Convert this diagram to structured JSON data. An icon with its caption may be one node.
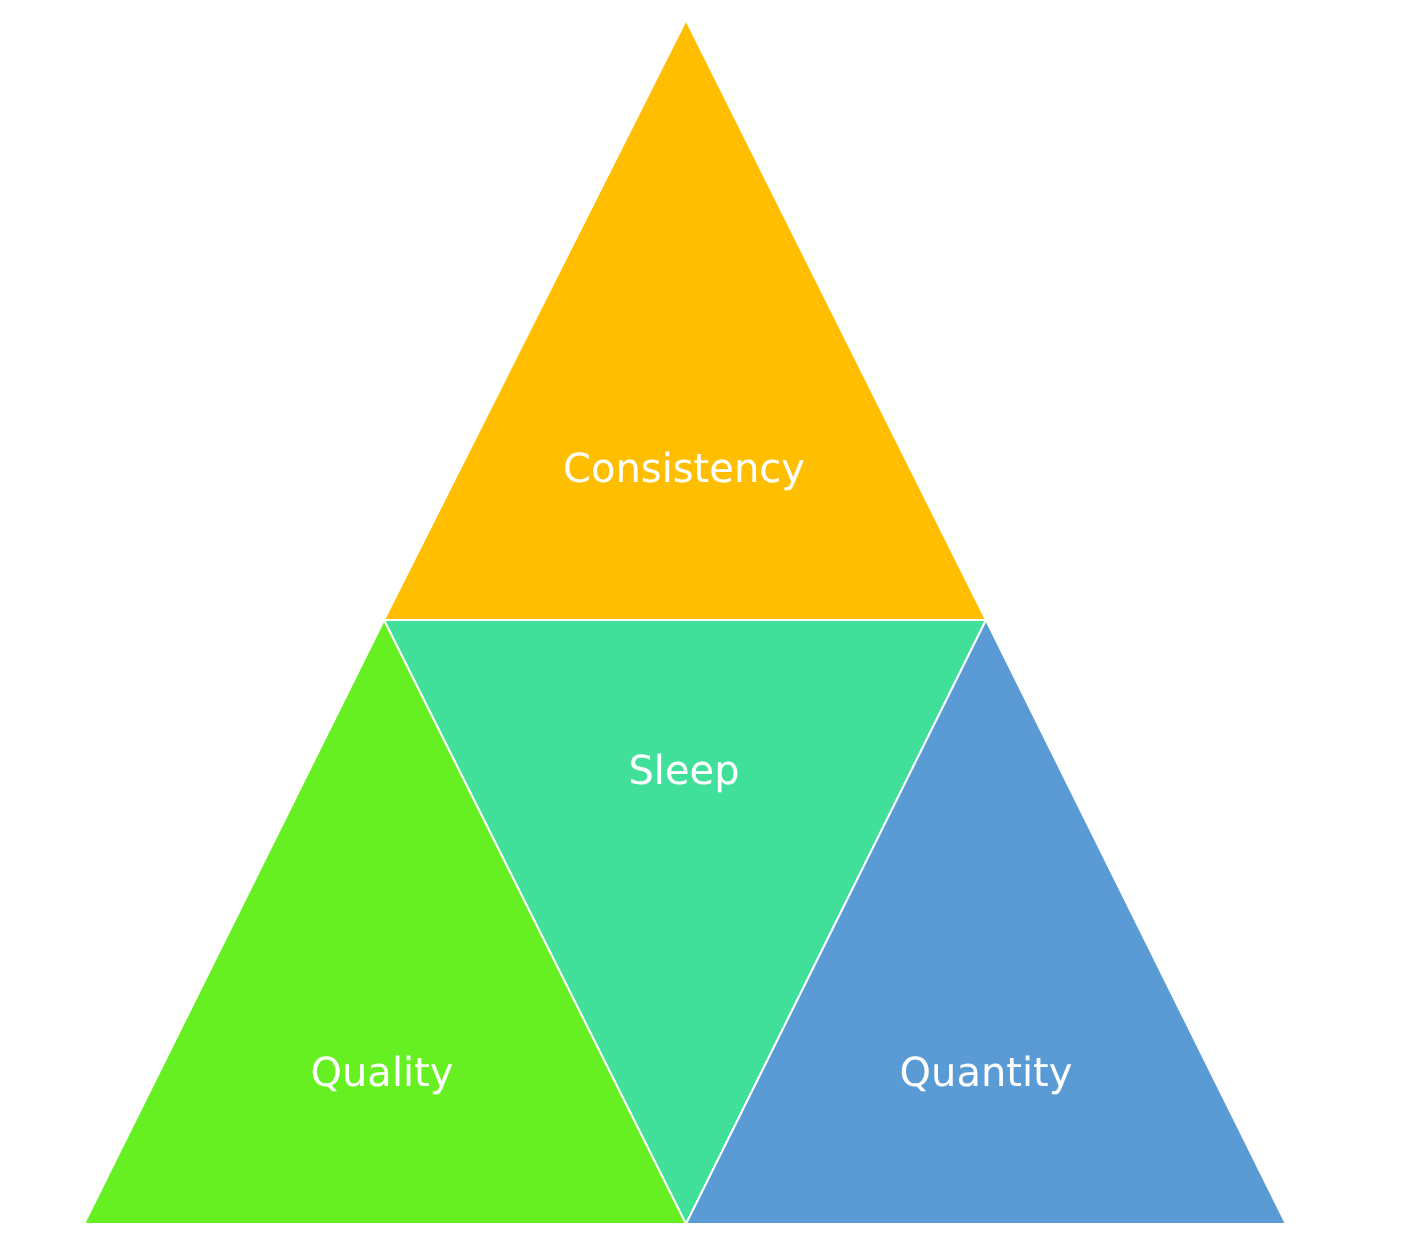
{
  "diagram": {
    "nodes": [
      {
        "text": [
          "Consistency"
        ]
      },
      {
        "text": [
          "Sleep"
        ]
      },
      {
        "text": [
          "Quality"
        ]
      },
      {
        "text": [
          "Quantity"
        ]
      }
    ],
    "edges": []
  }
}
